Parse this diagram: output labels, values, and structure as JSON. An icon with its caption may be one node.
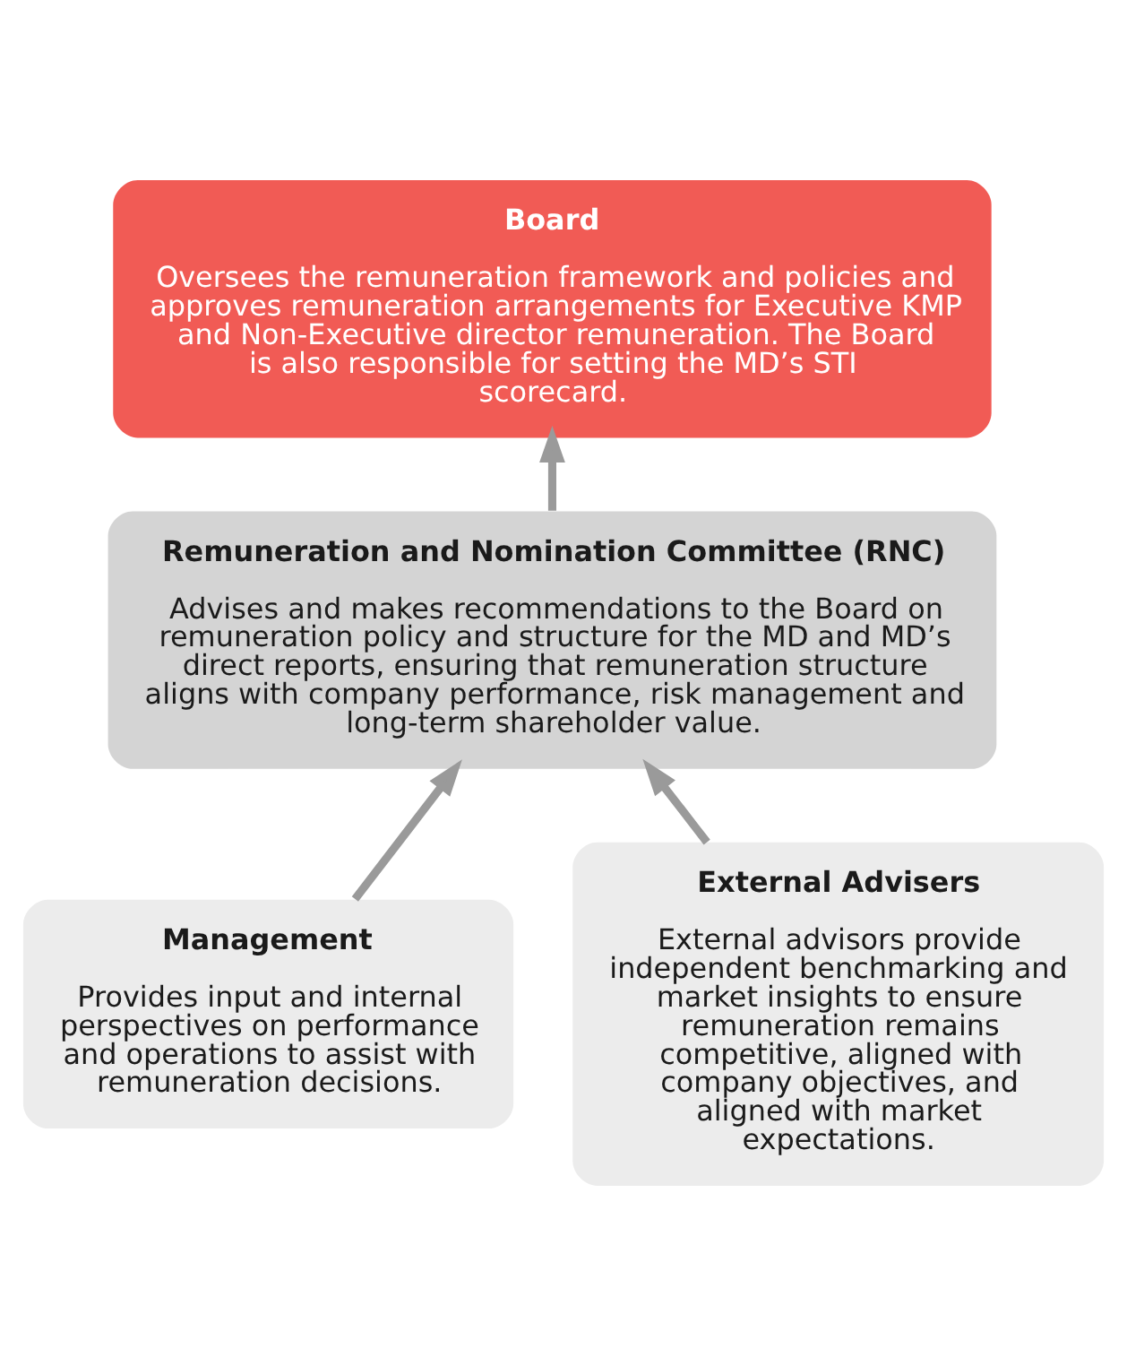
{
  "diagram": {
    "nodes": [
      {
        "text": [
          "Board",
          "Oversees the remuneration framework and policies and approves remuneration arrangements for Executive KMP and Non-Executive director remuneration. The Board is also responsible for setting the MD’s STI scorecard."
        ]
      },
      {
        "text": [
          "Remuneration and Nomination Committee (RNC)",
          "Advises and makes recommendations to the Board on remuneration policy and structure for the MD and MD’s direct reports, ensuring that remuneration structure aligns with company performance, risk management and long-term shareholder value."
        ]
      },
      {
        "text": [
          "Management",
          "Provides input and internal perspectives on performance and operations to assist with remuneration decisions."
        ]
      },
      {
        "text": [
          "External Advisers",
          "External advisors provide independent benchmarking and market insights to ensure remuneration remains competitive, aligned with company objectives, and aligned with market expectations."
        ]
      }
    ],
    "edges": [
      {
        "from": 1,
        "to": 0,
        "arrow": "to"
      },
      {
        "from": 2,
        "to": 1,
        "arrow": "to"
      },
      {
        "from": 3,
        "to": 1,
        "arrow": "to"
      }
    ]
  }
}
